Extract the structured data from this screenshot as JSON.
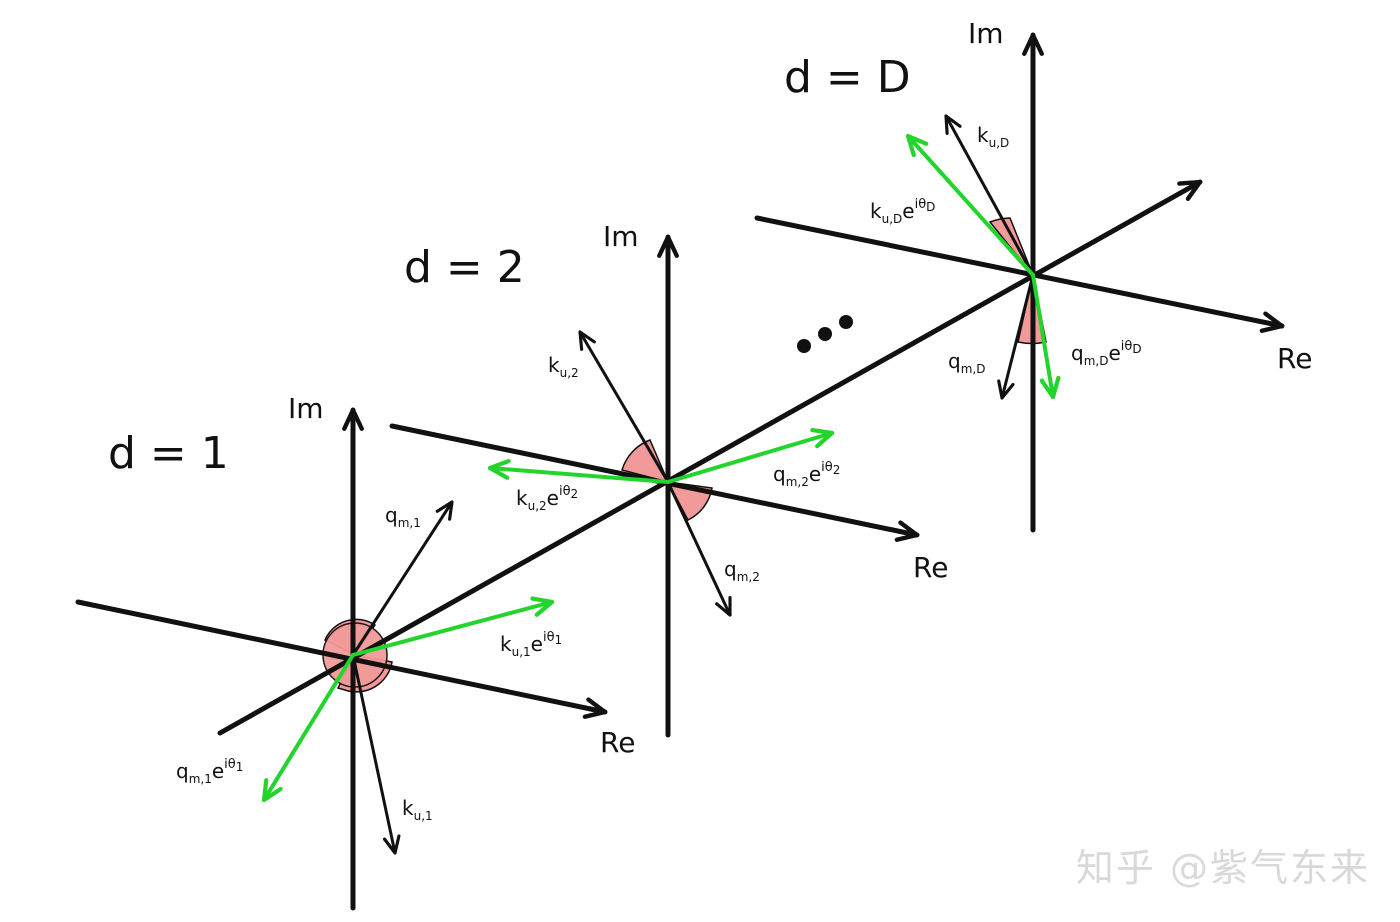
{
  "labels": {
    "d1": "d = 1",
    "d2": "d = 2",
    "dD": "d = D",
    "ellipsis": "•••",
    "im": "Im",
    "re": "Re"
  },
  "vectors": {
    "k1": {
      "base": "k",
      "sub": "u,1"
    },
    "q1": {
      "base": "q",
      "sub": "m,1"
    },
    "k1rot": {
      "base": "k",
      "sub": "u,1",
      "exp": "e",
      "sup": "iθ",
      "supsub": "1"
    },
    "q1rot": {
      "base": "q",
      "sub": "m,1",
      "exp": "e",
      "sup": "iθ",
      "supsub": "1"
    },
    "k2": {
      "base": "k",
      "sub": "u,2"
    },
    "q2": {
      "base": "q",
      "sub": "m,2"
    },
    "k2rot": {
      "base": "k",
      "sub": "u,2",
      "exp": "e",
      "sup": "iθ",
      "supsub": "2"
    },
    "q2rot": {
      "base": "q",
      "sub": "m,2",
      "exp": "e",
      "sup": "iθ",
      "supsub": "2"
    },
    "kD": {
      "base": "k",
      "sub": "u,D"
    },
    "qD": {
      "base": "q",
      "sub": "m,D"
    },
    "kDrot": {
      "base": "k",
      "sub": "u,D",
      "exp": "e",
      "sup": "iθ",
      "supsub": "D"
    },
    "qDrot": {
      "base": "q",
      "sub": "m,D",
      "exp": "e",
      "sup": "iθ",
      "supsub": "D"
    }
  },
  "watermark": "知乎 @紫气东来",
  "colors": {
    "axis": "#111111",
    "rotated_vector": "#22d42b",
    "angle_fill": "#f29a9a"
  }
}
